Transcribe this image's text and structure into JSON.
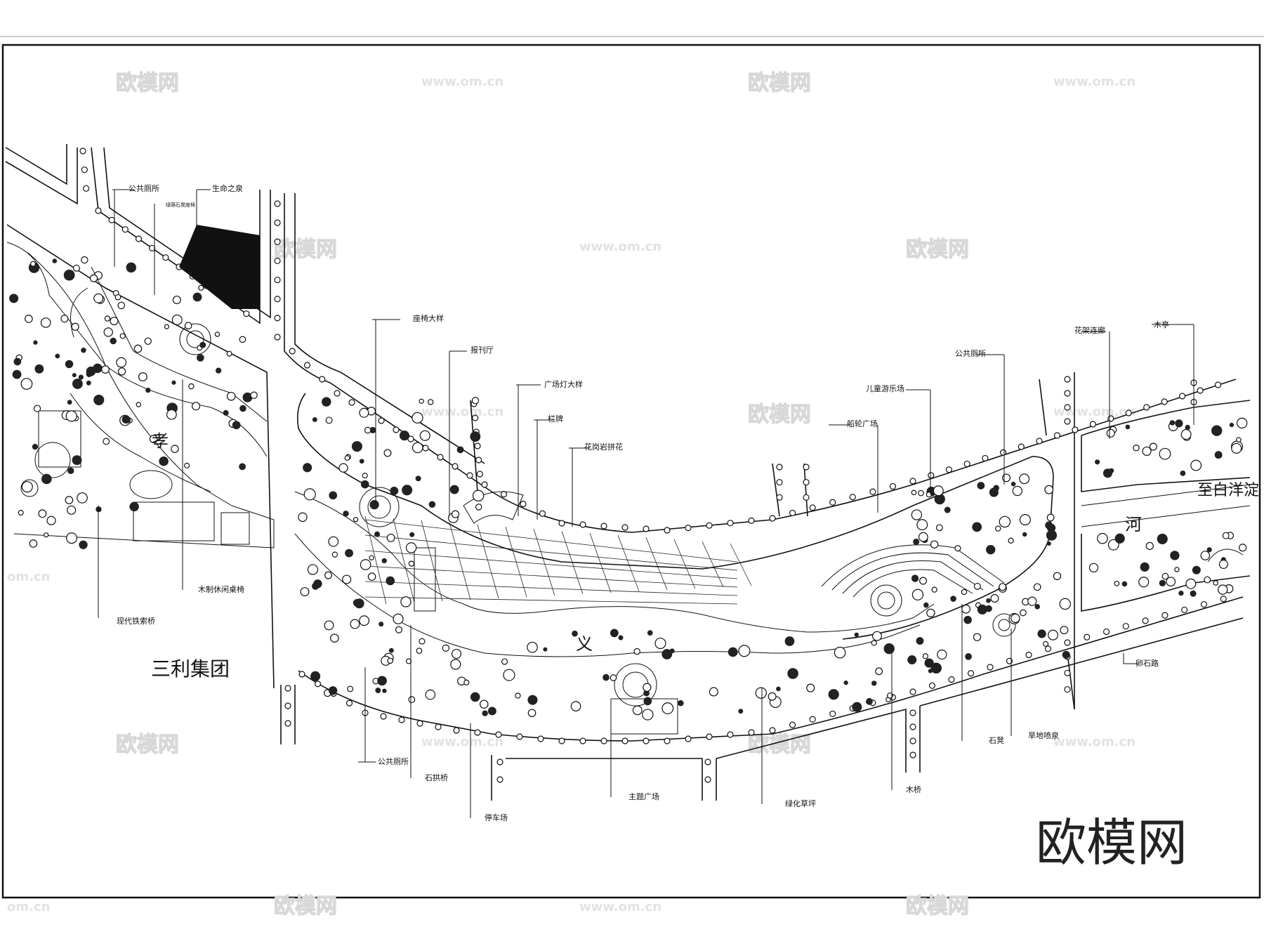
{
  "site_names": {
    "company": "三利集团",
    "river_left": "孝",
    "river_mid": "义",
    "river_right": "河",
    "to_direction": "至白洋淀"
  },
  "labels": {
    "public_toilet_1": "公共厕所",
    "life_spring": "生命之泉",
    "small_text": "绿荫石凳座椅",
    "cable_bridge": "现代铁索桥",
    "wood_bench": "木制休闲桌椅",
    "bench_detail": "座椅大样",
    "newsroom": "报刊厅",
    "lamp_detail": "广场灯大样",
    "railing": "栏牌",
    "granite_paving": "花岗岩拼花",
    "public_toilet_2": "公共厕所",
    "playground": "儿童游乐场",
    "wheel_plaza": "船轮广场",
    "flower_corridor": "花架连廊",
    "wood_pavilion": "木亭",
    "pebble_path": "卵石路",
    "public_toilet_3": "公共厕所",
    "stone_bridge": "石拱桥",
    "parking": "停车场",
    "theme_plaza": "主题广场",
    "lawn": "绿化草坪",
    "wood_bridge": "木桥",
    "stone_bench": "石凳",
    "dry_fountain": "旱地喷泉"
  },
  "watermark": {
    "brand": "欧模网",
    "url": "www.om.cn",
    "url_short": "om.cn"
  },
  "colors": {
    "ink": "#111111",
    "watermark": "#d8d8d8",
    "background": "#ffffff"
  }
}
